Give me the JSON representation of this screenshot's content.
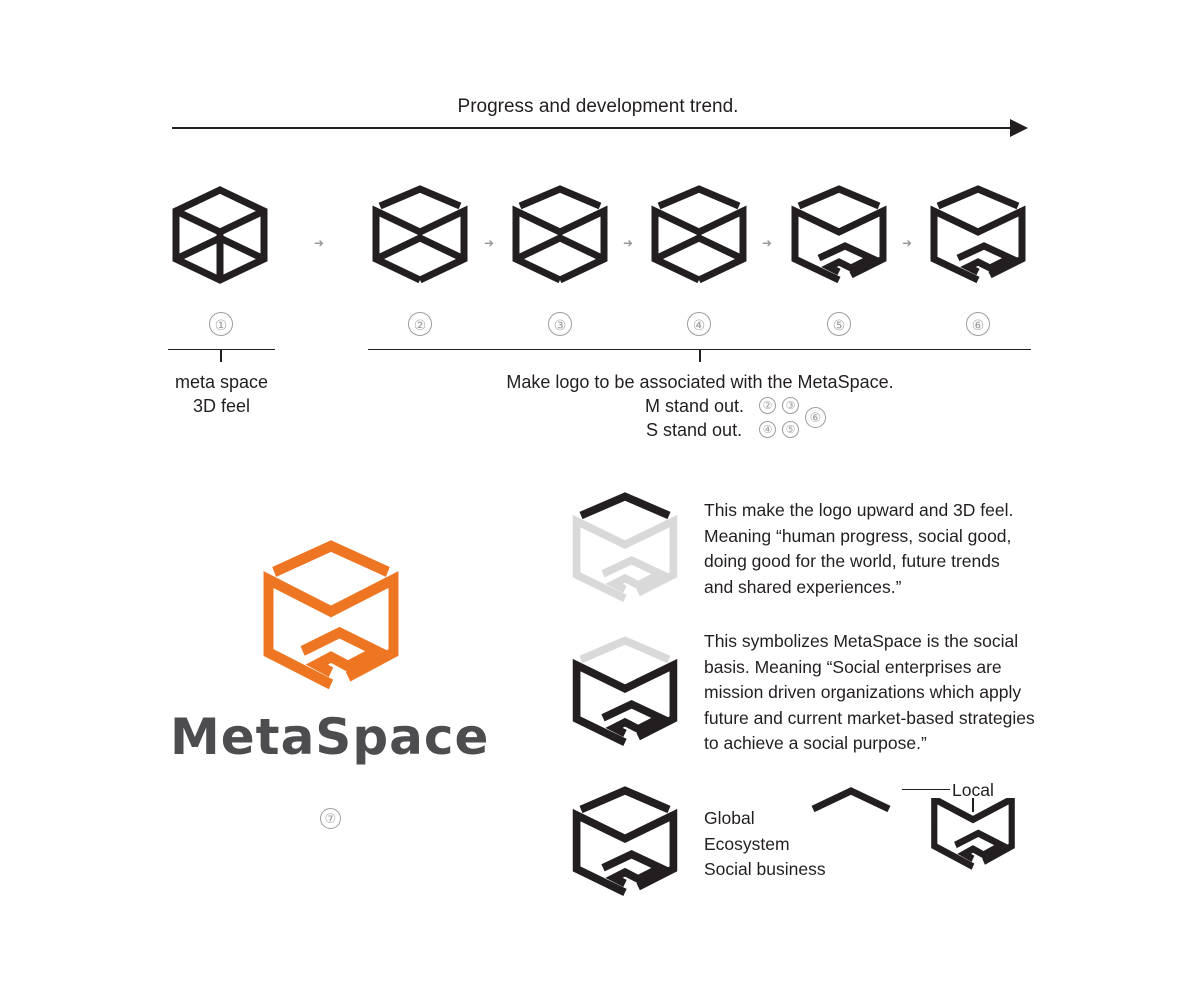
{
  "trend": {
    "title": "Progress and development trend."
  },
  "stage_numbers": [
    "①",
    "②",
    "③",
    "④",
    "⑤",
    "⑥"
  ],
  "stage_logos": [
    "cube-icon",
    "m-shape-icon",
    "m-shape-icon",
    "ms-shape-icon",
    "ms-shape-icon",
    "ms-shape-icon"
  ],
  "group1": {
    "line1": "meta space",
    "line2": "3D feel"
  },
  "group2": {
    "line1": "Make logo to be associated with the MetaSpace.",
    "line2": "M stand out.",
    "line3": "S stand out.",
    "refs_m": [
      "②",
      "③"
    ],
    "refs_s": [
      "④",
      "⑤"
    ],
    "ref_both": "⑥"
  },
  "brand": {
    "name": "MetaSpace",
    "number": "⑦",
    "color": "#ee7623",
    "text_color": "#4d4d4f"
  },
  "explanations": {
    "upward": [
      "This make the logo upward and 3D feel.",
      "Meaning “human progress, social good,",
      "doing good for the world, future trends",
      "and shared experiences.”"
    ],
    "basis": [
      "This symbolizes MetaSpace is the social",
      "basis. Meaning “Social enterprises are",
      "mission driven organizations which apply",
      "future and current market-based strategies",
      "to achieve a social purpose.”"
    ],
    "global": [
      "Global",
      "Ecosystem",
      "Social business"
    ],
    "local_label": "Local"
  },
  "colors": {
    "ink": "#231f20",
    "muted": "#d9d9d9",
    "arrow_grey": "#9a9a9a"
  }
}
